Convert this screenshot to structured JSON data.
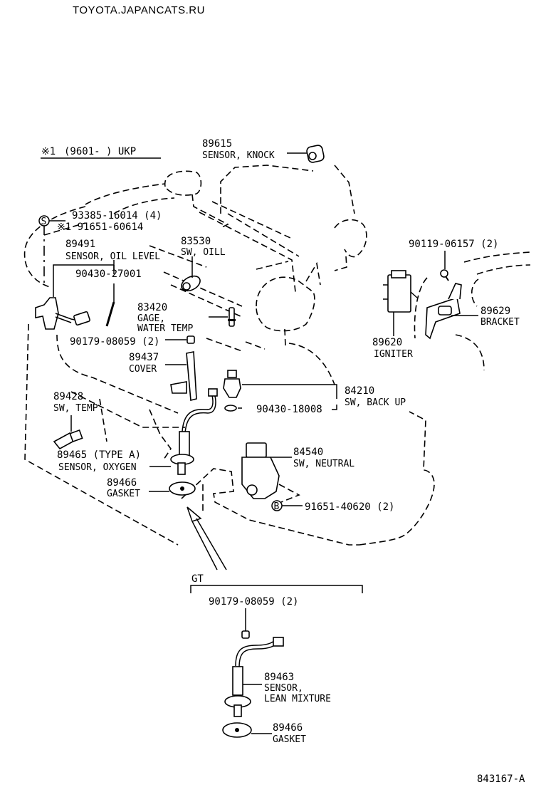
{
  "header": {
    "site": "TOYOTA.JAPANCATS.RU"
  },
  "footer": {
    "diagram_code": "843167-A"
  },
  "note": {
    "marker": "※1",
    "range": "(9601-      ) UKP"
  },
  "symbols": {
    "s_marker": "S",
    "b_marker": "B"
  },
  "variant": {
    "label": "GT"
  },
  "parts": {
    "knock_sensor": {
      "number": "89615",
      "name": "SENSOR, KNOCK"
    },
    "bolt_93385": {
      "number": "93385-16014 (4)"
    },
    "note_91651": {
      "number": "※1 91651-60614"
    },
    "oil_level_sensor": {
      "number": "89491",
      "name": "SENSOR, OIL LEVEL"
    },
    "gasket_90430_27001": {
      "number": "90430-27001"
    },
    "oil_switch": {
      "number": "83530",
      "name": "SW, OILL"
    },
    "water_temp_gage": {
      "number": "83420",
      "name_line1": "GAGE,",
      "name_line2": "WATER TEMP"
    },
    "nut_90179_top": {
      "number": "90179-08059 (2)"
    },
    "cover": {
      "number": "89437",
      "name": "COVER"
    },
    "temp_switch": {
      "number": "89428",
      "name": "SW, TEMP"
    },
    "oxygen_sensor": {
      "number": "89465 (TYPE  A)",
      "name": "SENSOR, OXYGEN"
    },
    "gasket_top": {
      "number": "89466",
      "name": "GASKET"
    },
    "backup_switch": {
      "number": "84210",
      "name": "SW, BACK UP"
    },
    "gasket_90430_18008": {
      "number": "90430-18008"
    },
    "neutral_switch": {
      "number": "84540",
      "name": "SW, NEUTRAL"
    },
    "bolt_91651_40620": {
      "number": "91651-40620 (2)"
    },
    "bolt_90119": {
      "number": "90119-06157 (2)"
    },
    "igniter": {
      "number": "89620",
      "name": "IGNITER"
    },
    "bracket": {
      "number": "89629",
      "name": "BRACKET"
    },
    "nut_90179_gt": {
      "number": "90179-08059 (2)"
    },
    "lean_mixture_sensor": {
      "number": "89463",
      "name_line1": "SENSOR,",
      "name_line2": "LEAN MIXTURE"
    },
    "gasket_gt": {
      "number": "89466",
      "name": "GASKET"
    }
  }
}
